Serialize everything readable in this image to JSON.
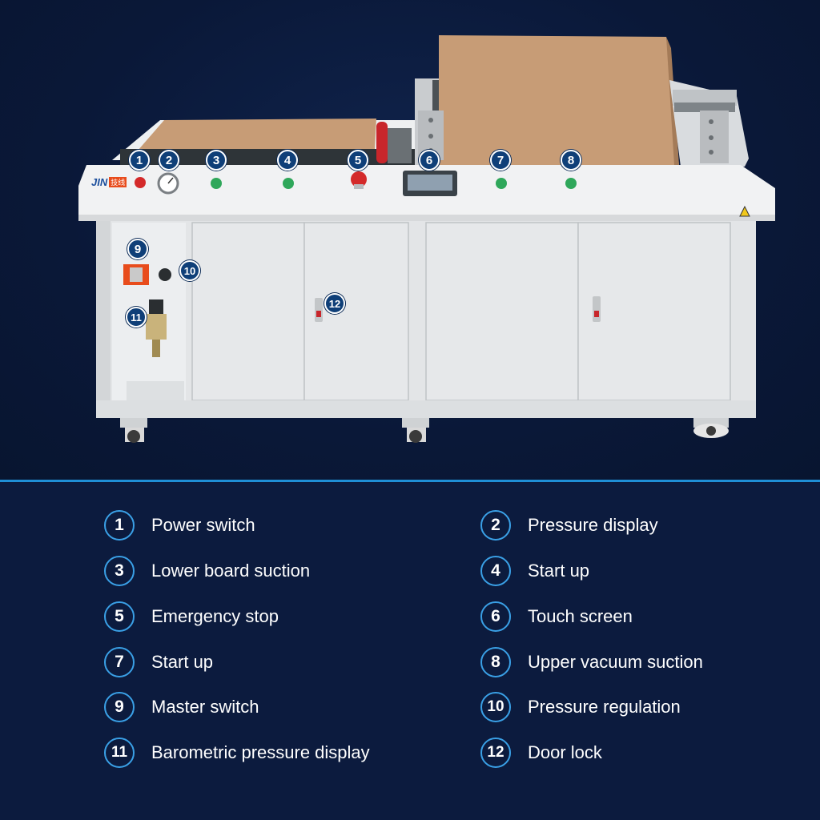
{
  "brand": {
    "logo_text": "JIN",
    "logo_badge": "技线"
  },
  "colors": {
    "background": "#0b1a3c",
    "divider": "#1f8fd6",
    "callout_fill": "#0f3f78",
    "machine_body": "#e9ebec",
    "board": "#c89b74"
  },
  "callouts": [
    {
      "num": "1",
      "label": "Power switch"
    },
    {
      "num": "2",
      "label": "Pressure display"
    },
    {
      "num": "3",
      "label": "Lower board suction"
    },
    {
      "num": "4",
      "label": "Start up"
    },
    {
      "num": "5",
      "label": "Emergency stop"
    },
    {
      "num": "6",
      "label": "Touch screen"
    },
    {
      "num": "7",
      "label": "Start up"
    },
    {
      "num": "8",
      "label": "Upper vacuum suction"
    },
    {
      "num": "9",
      "label": "Master switch"
    },
    {
      "num": "10",
      "label": "Pressure regulation"
    },
    {
      "num": "11",
      "label": "Barometric pressure display"
    },
    {
      "num": "12",
      "label": "Door lock"
    }
  ]
}
